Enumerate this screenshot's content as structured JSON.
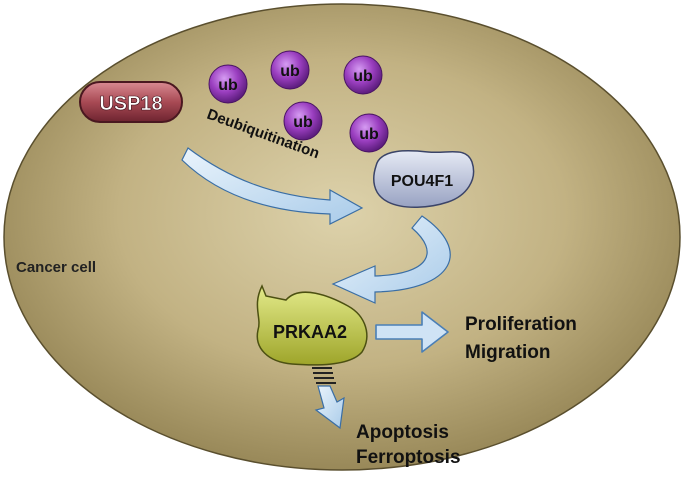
{
  "cell": {
    "label": "Cancer cell",
    "fill_center": "#d6c9a0",
    "fill_edge": "#8f7f4f"
  },
  "usp18": {
    "label": "USP18",
    "fill": "#a84a54"
  },
  "ubiquitin": {
    "label": "ub",
    "fill": "#9b3fc0",
    "count": 5
  },
  "deubiquitination": {
    "label": "Deubiquitination"
  },
  "pou4f1": {
    "label": "POU4F1",
    "fill": "#b8c0d8"
  },
  "prkaa2": {
    "label": "PRKAA2",
    "fill": "#c9d34a"
  },
  "outcomes": {
    "promoted": [
      "Proliferation",
      "Migration"
    ],
    "inhibited": [
      "Apoptosis",
      "Ferroptosis"
    ]
  },
  "arrow_color": "#cfe3f5"
}
